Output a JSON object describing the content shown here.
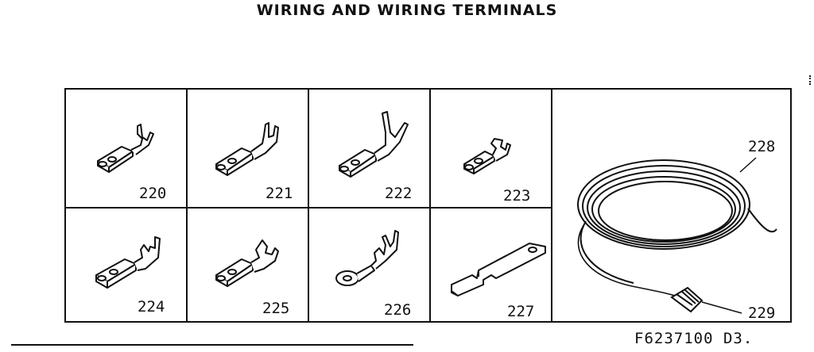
{
  "title": "WIRING AND WIRING TERMINALS",
  "parts": [
    {
      "number": "220"
    },
    {
      "number": "221"
    },
    {
      "number": "222"
    },
    {
      "number": "223"
    },
    {
      "number": "224"
    },
    {
      "number": "225"
    },
    {
      "number": "226"
    },
    {
      "number": "227"
    },
    {
      "number": "228"
    },
    {
      "number": "229"
    }
  ],
  "footer_code": "F6237100 D3."
}
